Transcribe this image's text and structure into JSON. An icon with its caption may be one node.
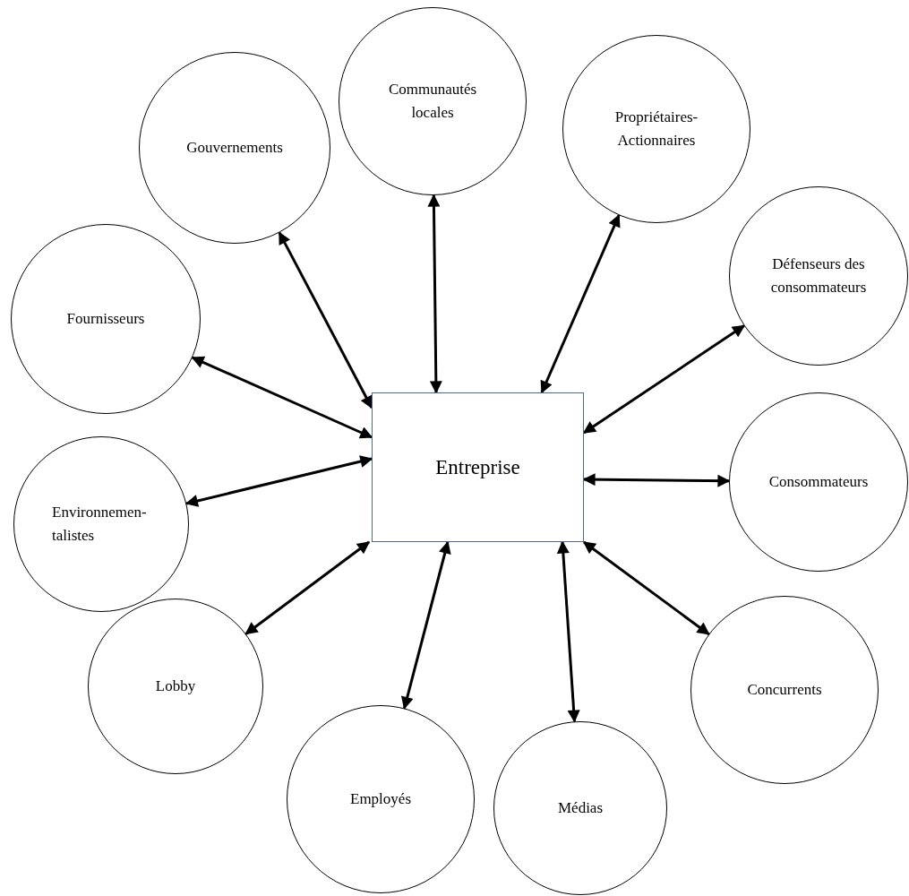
{
  "diagram": {
    "nodes": [
      {
        "text": [
          "Entreprise"
        ]
      },
      {
        "text": [
          "Communautés locales"
        ]
      },
      {
        "text": [
          "Propriétaires- Actionnaires"
        ]
      },
      {
        "text": [
          "Gouvernements"
        ]
      },
      {
        "text": [
          "Défenseurs des consommateurs"
        ]
      },
      {
        "text": [
          "Fournisseurs"
        ]
      },
      {
        "text": [
          "Environnemen- talistes"
        ]
      },
      {
        "text": [
          "Consommateurs"
        ]
      },
      {
        "text": [
          "Lobby"
        ]
      },
      {
        "text": [
          "Concurrents"
        ]
      },
      {
        "text": [
          "Employés"
        ]
      },
      {
        "text": [
          "Médias"
        ]
      }
    ],
    "edges": [
      {
        "from": 0,
        "to": 1,
        "arrow": "both"
      },
      {
        "from": 0,
        "to": 2,
        "arrow": "both"
      },
      {
        "from": 0,
        "to": 3,
        "arrow": "both"
      },
      {
        "from": 0,
        "to": 4,
        "arrow": "both"
      },
      {
        "from": 0,
        "to": 5,
        "arrow": "both"
      },
      {
        "from": 0,
        "to": 6,
        "arrow": "both"
      },
      {
        "from": 0,
        "to": 7,
        "arrow": "both"
      },
      {
        "from": 0,
        "to": 8,
        "arrow": "both"
      },
      {
        "from": 0,
        "to": 9,
        "arrow": "both"
      },
      {
        "from": 0,
        "to": 10,
        "arrow": "both"
      },
      {
        "from": 0,
        "to": 11,
        "arrow": "both"
      }
    ]
  }
}
